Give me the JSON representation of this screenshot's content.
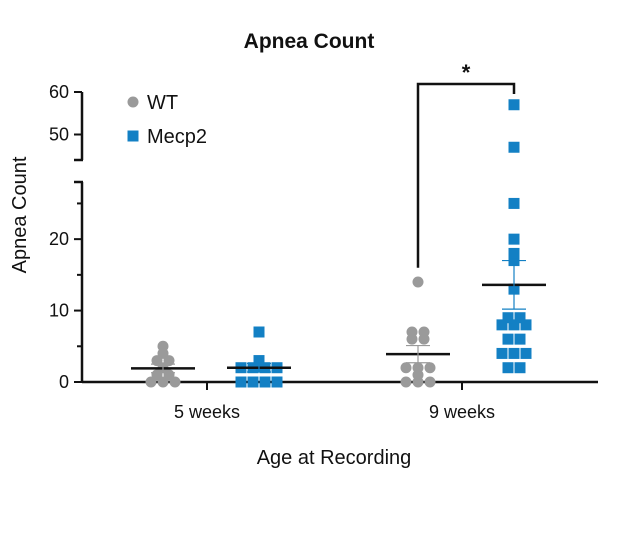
{
  "chart_data": {
    "type": "scatter",
    "title": "Apnea Count",
    "xlabel": "Age at Recording",
    "ylabel": "Apnea Count",
    "categories": [
      "5 weeks",
      "9 weeks"
    ],
    "y_axis_lower": {
      "range": [
        0,
        28
      ],
      "ticks": [
        "0",
        "10",
        "20"
      ]
    },
    "y_axis_upper": {
      "range": [
        44,
        60
      ],
      "ticks": [
        "50",
        "60"
      ]
    },
    "legend_position": "top-left",
    "series": [
      {
        "name": "WT",
        "marker": "circle",
        "color": "#9a9a9a",
        "groups": [
          {
            "category": "5 weeks",
            "values": [
              0,
              0,
              0,
              1,
              1,
              2,
              3,
              3,
              4,
              5
            ],
            "mean": 1.9,
            "sem": 0.6
          },
          {
            "category": "9 weeks",
            "values": [
              0,
              0,
              0,
              1,
              2,
              2,
              2,
              6,
              6,
              7,
              7,
              14
            ],
            "mean": 3.9,
            "sem": 1.2
          }
        ]
      },
      {
        "name": "Mecp2",
        "marker": "square",
        "color": "#1380c4",
        "groups": [
          {
            "category": "5 weeks",
            "values": [
              0,
              0,
              0,
              0,
              2,
              2,
              2,
              2,
              3,
              7
            ],
            "mean": 2.0,
            "sem": 0.6
          },
          {
            "category": "9 weeks",
            "values": [
              2,
              2,
              4,
              4,
              4,
              6,
              6,
              8,
              8,
              8,
              9,
              9,
              13,
              17,
              18,
              20,
              25,
              47,
              57
            ],
            "mean": 13.6,
            "sem": 3.4
          }
        ]
      }
    ],
    "significance": {
      "label": "*",
      "between": [
        "9 weeks WT",
        "9 weeks Mecp2"
      ]
    }
  }
}
